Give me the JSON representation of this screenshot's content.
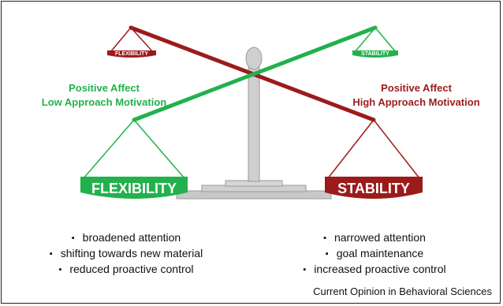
{
  "colors": {
    "green": "#22b14c",
    "red": "#9b1b1b",
    "pillar": "#c8c8c8",
    "pillar_edge": "#9a9a9a"
  },
  "small_scales": {
    "left_label": "FLEXIBILITY",
    "right_label": "STABILITY"
  },
  "large_scales": {
    "left_label": "FLEXIBILITY",
    "right_label": "STABILITY"
  },
  "annotations": {
    "left": {
      "line1": "Positive Affect",
      "line2": "Low Approach Motivation"
    },
    "right": {
      "line1": "Positive Affect",
      "line2": "High Approach Motivation"
    }
  },
  "lists": {
    "left": [
      "broadened attention",
      "shifting towards new material",
      "reduced proactive control"
    ],
    "right": [
      "narrowed attention",
      "goal maintenance",
      "increased proactive control"
    ]
  },
  "credit": "Current Opinion in Behavioral Sciences"
}
